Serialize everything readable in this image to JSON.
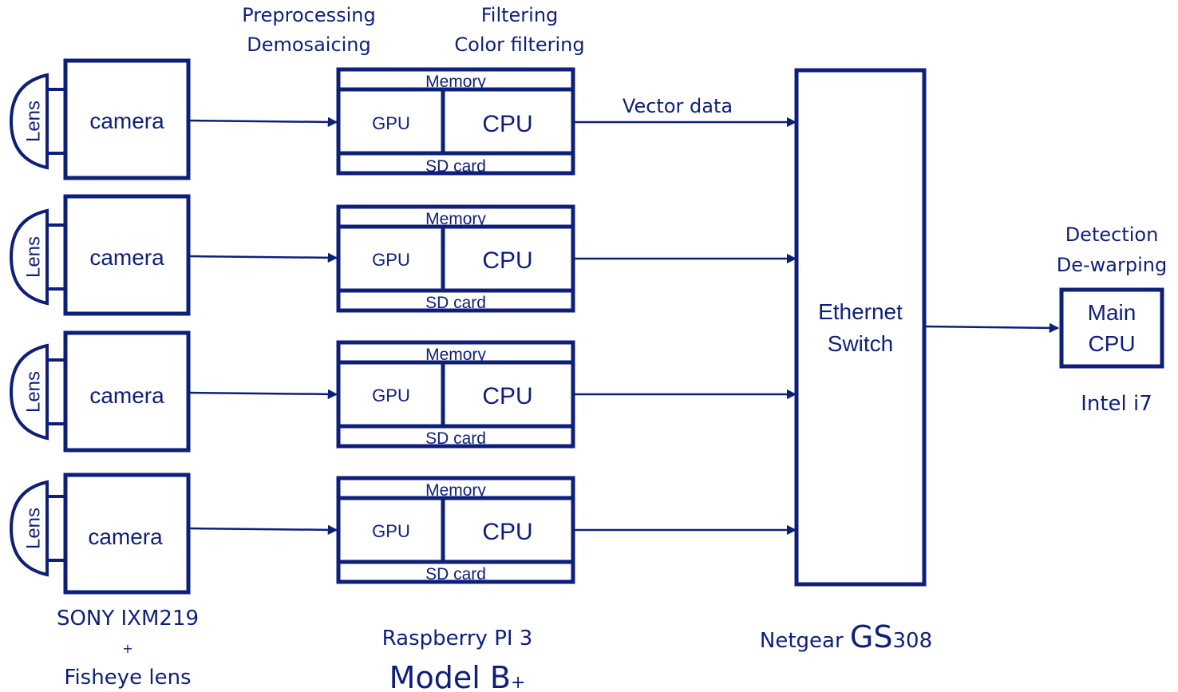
{
  "colors": {
    "primary": "#0e1f7a",
    "background": "#ffffff"
  },
  "annotations": {
    "preprocessing_1": "Preprocessing",
    "preprocessing_2": "Demosaicing",
    "filtering_1": "Filtering",
    "filtering_2": "Color filtering",
    "vector_data": "Vector data",
    "detection_1": "Detection",
    "detection_2": "De-warping"
  },
  "camera_rows": [
    {
      "lens": "Lens",
      "camera": "camera",
      "memory": "Memory",
      "gpu": "GPU",
      "cpu": "CPU",
      "sd": "SD card"
    },
    {
      "lens": "Lens",
      "camera": "camera",
      "memory": "Memory",
      "gpu": "GPU",
      "cpu": "CPU",
      "sd": "SD card"
    },
    {
      "lens": "Lens",
      "camera": "camera",
      "memory": "Memory",
      "gpu": "GPU",
      "cpu": "CPU",
      "sd": "SD card"
    },
    {
      "lens": "Lens",
      "camera": "camera",
      "memory": "Memory",
      "gpu": "GPU",
      "cpu": "CPU",
      "sd": "SD card"
    }
  ],
  "switch": {
    "line1": "Ethernet",
    "line2": "Switch"
  },
  "main_cpu": {
    "line1": "Main",
    "line2": "CPU"
  },
  "captions": {
    "sensor_1": "SONY IXM219",
    "sensor_plus": "+",
    "sensor_2": "Fisheye lens",
    "pi_1": "Raspberry PI 3",
    "pi_2": "Model B",
    "pi_2_suffix": "+",
    "switch_prefix": "Netgear ",
    "switch_big": "GS",
    "switch_suffix": "308",
    "cpu_model": "Intel i7"
  }
}
